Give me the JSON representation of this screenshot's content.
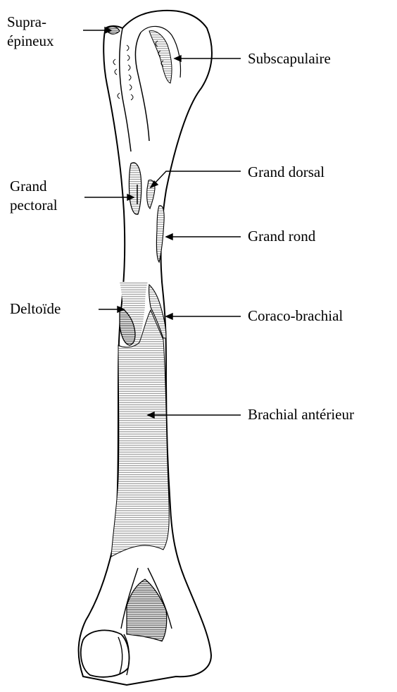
{
  "diagram": {
    "labels": {
      "supraepineux": "Supra-\népineux",
      "subscapulaire": "Subscapulaire",
      "grand_dorsal": "Grand dorsal",
      "grand_pectoral": "Grand\npectoral",
      "grand_rond": "Grand rond",
      "deltoide": "Deltoïde",
      "coraco_brachial": "Coraco-brachial",
      "brachial_anterieur": "Brachial antérieur"
    }
  }
}
